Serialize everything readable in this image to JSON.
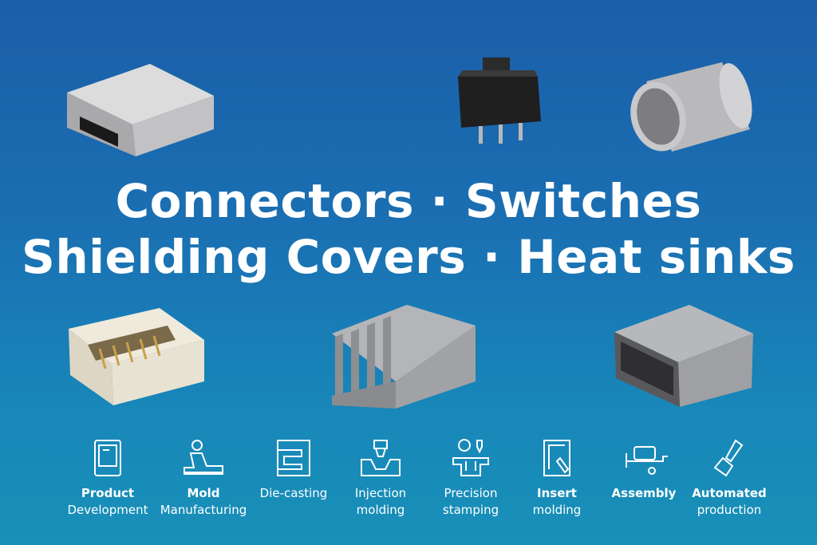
{
  "headline": {
    "line1": "Connectors · Switches",
    "line2": "Shielding Covers · Heat sinks"
  },
  "products": [
    "shielding-cover",
    "tact-switch",
    "metal-sleeve",
    "wire-to-board-connector",
    "heat-sink",
    "plastic-housing"
  ],
  "features": [
    {
      "icon": "tablet-icon",
      "line1": "Product",
      "line2": "Development",
      "bold": true
    },
    {
      "icon": "worker-machine-icon",
      "line1": "Mold",
      "line2": "Manufacturing",
      "bold": true
    },
    {
      "icon": "die-cast-press-icon",
      "line1": "Die-casting",
      "line2": "",
      "bold": false
    },
    {
      "icon": "injection-nozzle-icon",
      "line1": "Injection",
      "line2": "molding",
      "bold": false
    },
    {
      "icon": "stamping-press-icon",
      "line1": "Precision",
      "line2": "stamping",
      "bold": false
    },
    {
      "icon": "insert-mold-icon",
      "line1": "Insert",
      "line2": "molding",
      "bold": true
    },
    {
      "icon": "assembly-cart-icon",
      "line1": "Assembly",
      "line2": "",
      "bold": true
    },
    {
      "icon": "robot-arm-icon",
      "line1": "Automated",
      "line2": "production",
      "bold": true
    }
  ]
}
